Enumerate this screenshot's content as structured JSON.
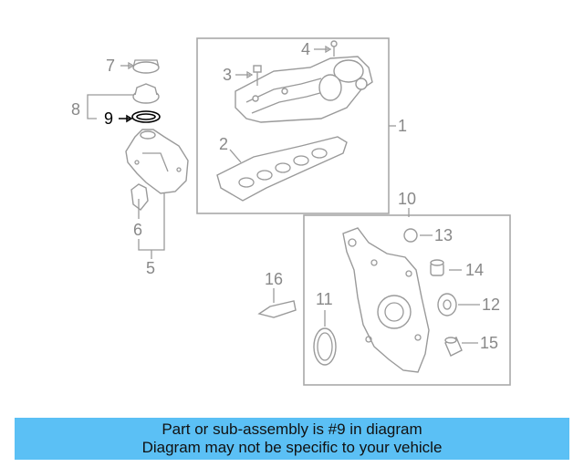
{
  "diagram": {
    "callouts": {
      "c1": "1",
      "c2": "2",
      "c3": "3",
      "c4": "4",
      "c5": "5",
      "c6": "6",
      "c7": "7",
      "c8": "8",
      "c9": "9",
      "c10": "10",
      "c11": "11",
      "c12": "12",
      "c13": "13",
      "c14": "14",
      "c15": "15",
      "c16": "16"
    },
    "highlighted_part": "9",
    "colors": {
      "highlight": "#000000",
      "line": "#9a9a9a",
      "banner": "#5bc0f5"
    }
  },
  "banner": {
    "line1": "Part or sub-assembly is #9 in diagram",
    "line2": "Diagram may not be specific to your vehicle"
  }
}
